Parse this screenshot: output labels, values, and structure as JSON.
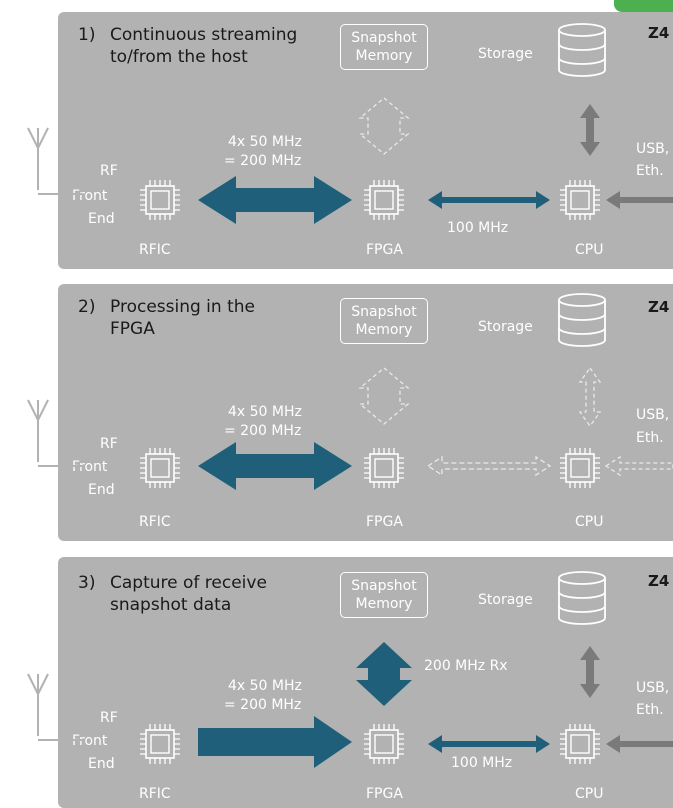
{
  "badge_color": "#4caf50",
  "colors": {
    "panel": "#b2b2b2",
    "arrow_active": "#1f5f7a",
    "arrow_gray": "#7a7a7a",
    "text_dark": "#1a1a1a",
    "text_light": "#ffffff"
  },
  "labels": {
    "snapshot_line1": "Snapshot",
    "snapshot_line2": "Memory",
    "storage": "Storage",
    "z4": "Z4",
    "rf_line1": "RF",
    "rf_line2": "Front",
    "rf_line3": "End",
    "rfic": "RFIC",
    "fpga": "FPGA",
    "cpu": "CPU",
    "usb_line1": "USB,",
    "usb_line2": "Eth.",
    "bandwidth_line1": "4x 50 MHz",
    "bandwidth_line2": "= 200 MHz",
    "fpga_cpu_rate": "100 MHz",
    "snapshot_rate": "200 MHz Rx"
  },
  "panels": [
    {
      "number": "1)",
      "title_line1": "Continuous streaming",
      "title_line2": "to/from the host"
    },
    {
      "number": "2)",
      "title_line1": "Processing in the",
      "title_line2": "FPGA"
    },
    {
      "number": "3)",
      "title_line1": "Capture of receive",
      "title_line2": "snapshot data"
    }
  ]
}
